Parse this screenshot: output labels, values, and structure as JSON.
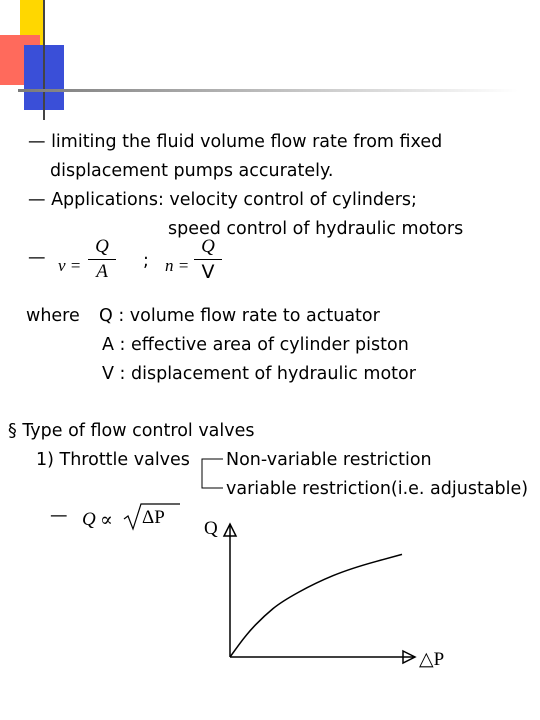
{
  "bullets": {
    "line1": "— limiting the fluid volume flow rate from fixed",
    "line2": "displacement pumps accurately.",
    "line3": "— Applications: velocity control of cylinders;",
    "line4": "speed control of hydraulic motors",
    "dash": "—"
  },
  "formula": {
    "v_lhs": "v =",
    "v_num": "Q",
    "v_den": "A",
    "separator": ";",
    "n_lhs": "n =",
    "n_num": "Q",
    "n_den": "V"
  },
  "where": {
    "label": "where",
    "items": [
      "Q : volume flow rate to actuator",
      "A : effective area of cylinder piston",
      "V : displacement of hydraulic motor"
    ]
  },
  "section": {
    "title": "§ Type of flow control valves",
    "item": "1) Throttle valves",
    "branch_top": "Non-variable restriction",
    "branch_bottom": "variable restriction(i.e. adjustable)"
  },
  "relation": {
    "dash": "—",
    "lhs": "Q",
    "propto": "∝",
    "rhs": "ΔP"
  },
  "chart_data": {
    "type": "line",
    "ylabel": "Q",
    "xlabel": "△P",
    "series": [
      {
        "values": [
          [
            0,
            0
          ],
          [
            0.1,
            0.2
          ],
          [
            0.2,
            0.35
          ],
          [
            0.3,
            0.47
          ],
          [
            0.5,
            0.63
          ],
          [
            0.7,
            0.75
          ],
          [
            1.0,
            0.87
          ]
        ]
      }
    ]
  },
  "colors": {
    "deco_yellow": "#ffd700",
    "deco_red": "#ff6a5c",
    "deco_blue": "#3a4fd8",
    "rule_gray": "#b0b0b0"
  }
}
